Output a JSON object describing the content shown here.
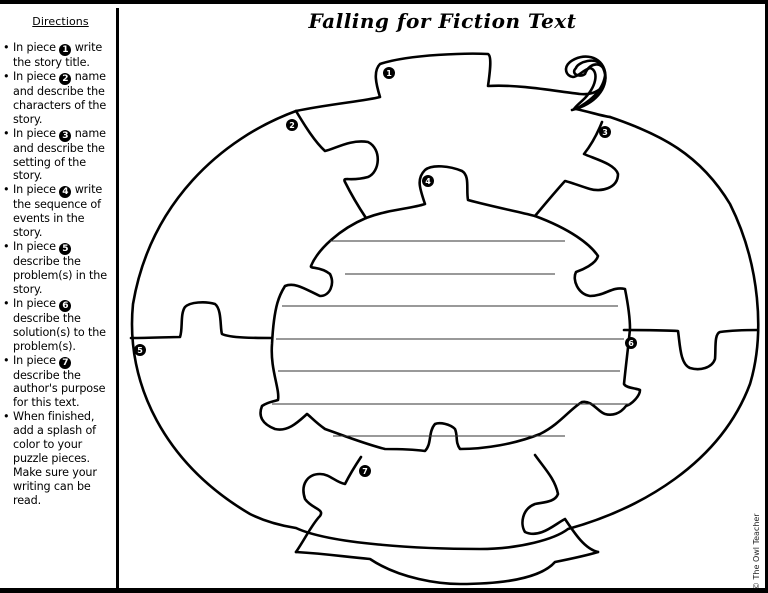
{
  "sidebar": {
    "title": "Directions",
    "items": [
      {
        "bullet": "•",
        "pre": "In piece",
        "num": "1",
        "text": "write the story title."
      },
      {
        "bullet": "•",
        "pre": "In piece",
        "num": "2",
        "text": "name and describe the characters of the story."
      },
      {
        "bullet": "•",
        "pre": "In piece",
        "num": "3",
        "text": "name and describe the setting of the story."
      },
      {
        "bullet": "•",
        "pre": "In piece",
        "num": "4",
        "text": "write the sequence of events in the story."
      },
      {
        "bullet": "•",
        "pre": "In piece",
        "num": "5",
        "text": "describe the problem(s) in the story."
      },
      {
        "bullet": "•",
        "pre": "In piece",
        "num": "6",
        "text": "describe the solution(s) to the problem(s)."
      },
      {
        "bullet": "•",
        "pre": "In piece",
        "num": "7",
        "text": "describe the author's purpose for this text."
      },
      {
        "bullet": "•",
        "pre": "",
        "num": "",
        "text": "When finished, add a splash of color to your puzzle pieces. Make sure your writing can be read."
      }
    ]
  },
  "header": {
    "title": "Falling for Fiction Text"
  },
  "puzzle": {
    "pieces": [
      {
        "num": "1",
        "label": "story-title"
      },
      {
        "num": "2",
        "label": "characters"
      },
      {
        "num": "3",
        "label": "setting"
      },
      {
        "num": "4",
        "label": "sequence-of-events"
      },
      {
        "num": "5",
        "label": "problem"
      },
      {
        "num": "6",
        "label": "solution"
      },
      {
        "num": "7",
        "label": "authors-purpose"
      }
    ],
    "writing_lines": 7,
    "stroke_color": "#000000",
    "fill_color": "#ffffff"
  },
  "footer": {
    "copyright": "© The Owl Teacher"
  }
}
